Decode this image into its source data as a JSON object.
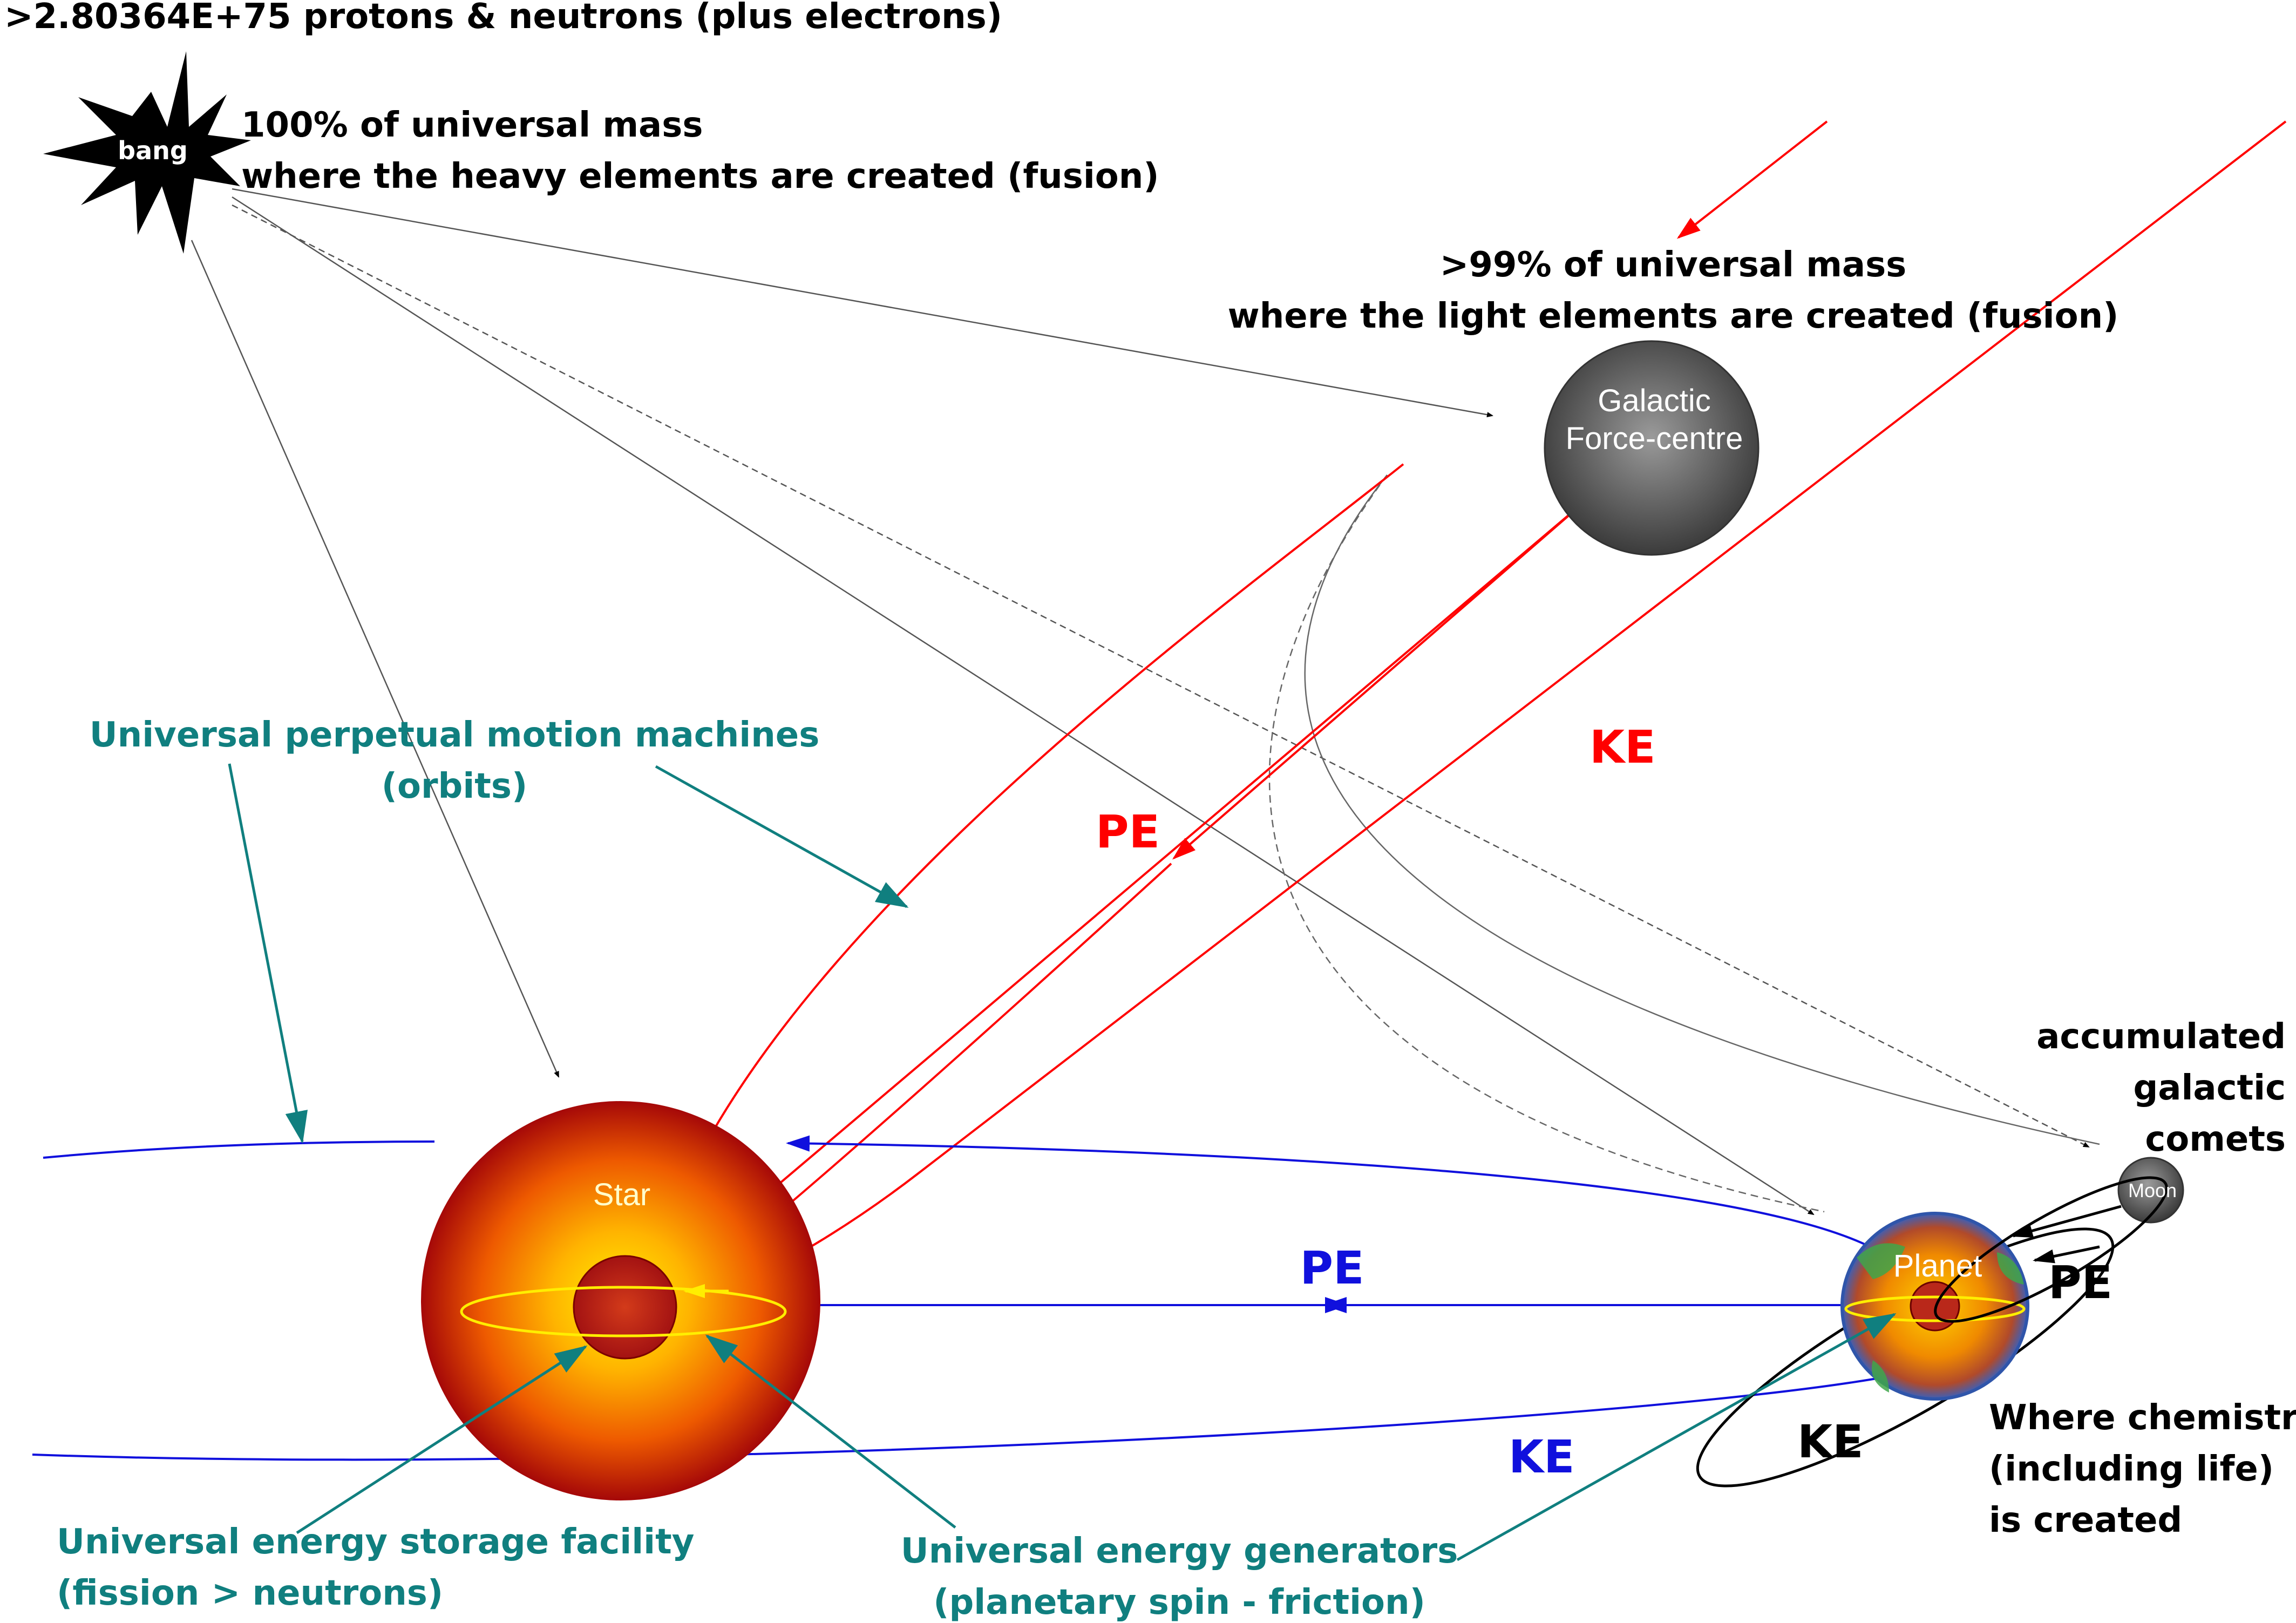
{
  "labels": {
    "particles": ">2.80364E+75 protons & neutrons (plus electrons)",
    "bang": "bang",
    "heavy_1": "100% of universal mass",
    "heavy_2": "where the heavy elements are created (fusion)",
    "light_1": ">99% of universal mass",
    "light_2": "where the light elements are created (fusion)",
    "galactic_1": "Galactic",
    "galactic_2": "Force-centre",
    "perpetual_1": "Universal perpetual motion machines",
    "perpetual_2": "(orbits)",
    "ke_red": "KE",
    "pe_red": "PE",
    "comets_1": "accumulated",
    "comets_2": "galactic",
    "comets_3": "comets",
    "moon": "Moon",
    "star": "Star",
    "pe_blue": "PE",
    "planet": "Planet",
    "pe_black": "PE",
    "ke_blue": "KE",
    "ke_black": "KE",
    "chem_1": "Where chemistry",
    "chem_2": "(including life)",
    "chem_3": "is created",
    "storage_1": "Universal energy storage facility",
    "storage_2": "(fission > neutrons)",
    "generators_1": "Universal energy generators",
    "generators_2": "(planetary spin - friction)"
  },
  "colors": {
    "teal": "#107f7f",
    "red": "#ff0000",
    "blue": "#1010dd",
    "yellow": "#ffee00",
    "black": "#000000"
  }
}
